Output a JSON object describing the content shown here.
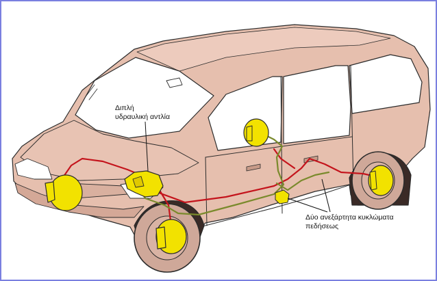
{
  "labels": {
    "pump_line1": "Διπλή",
    "pump_line2": "υδραυλική αντλία",
    "circuits_line1": "Δύο ανεξάρτητα κυκλώματα",
    "circuits_line2": "πεδήσεως"
  },
  "colors": {
    "frame": "#7a7fe0",
    "body": "#e6bfae",
    "outline": "#2b2b2b",
    "tire": "#cfa899",
    "brake_unit": "#f2e200",
    "circuit_red": "#c4141c",
    "circuit_olive": "#7a8a2c"
  }
}
